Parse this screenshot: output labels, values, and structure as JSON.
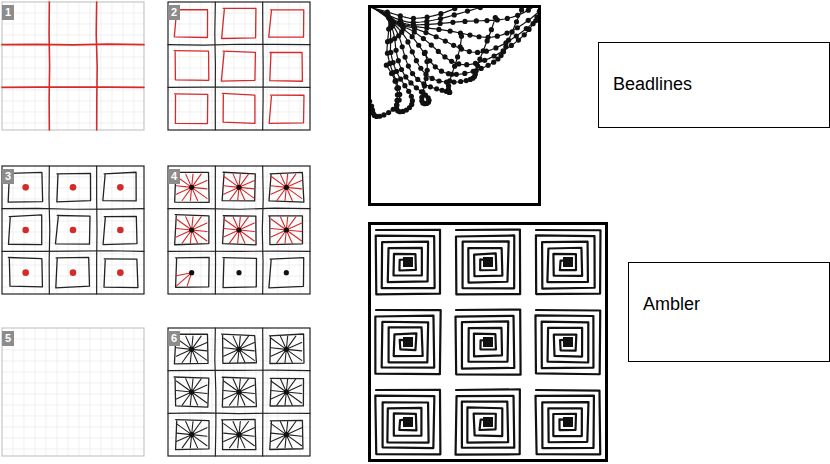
{
  "diagram": {
    "nodes": [
      {
        "text": [
          "1"
        ]
      },
      {
        "text": [
          "2"
        ]
      },
      {
        "text": [
          "3"
        ]
      },
      {
        "text": [
          "4"
        ]
      },
      {
        "text": [
          "5"
        ]
      },
      {
        "text": [
          "6"
        ]
      },
      {
        "text": [
          "Beadlines"
        ]
      },
      {
        "text": [
          "Ambler"
        ]
      }
    ]
  }
}
